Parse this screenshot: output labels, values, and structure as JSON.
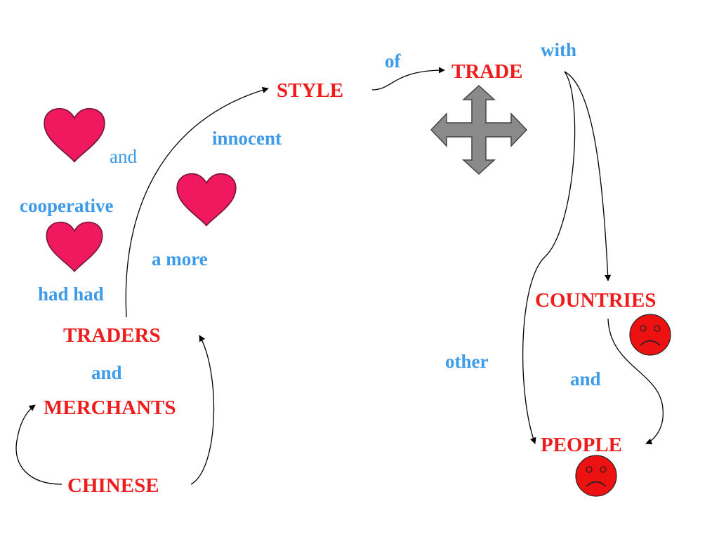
{
  "words": {
    "style": "STYLE",
    "trade": "TRADE",
    "traders": "TRADERS",
    "merchants": "MERCHANTS",
    "chinese": "CHINESE",
    "countries": "COUNTRIES",
    "people": "PEOPLE",
    "of": "of",
    "with": "with",
    "innocent": "innocent",
    "and_top": "and",
    "cooperative": "cooperative",
    "a_more": "a more",
    "had_had": "had had",
    "and_left": "and",
    "other": "other",
    "and_right": "and"
  },
  "colors": {
    "key_word": "#ee1c1c",
    "connector_word": "#3d9be9",
    "heart": "#f0195f",
    "sad_face": "#ee1111",
    "move_arrow": "#8a8a8a",
    "connector_line": "#000000"
  },
  "icons": {
    "love": "heart-icon",
    "unhappy": "sad-face-icon",
    "movement": "four-way-arrow-icon"
  }
}
